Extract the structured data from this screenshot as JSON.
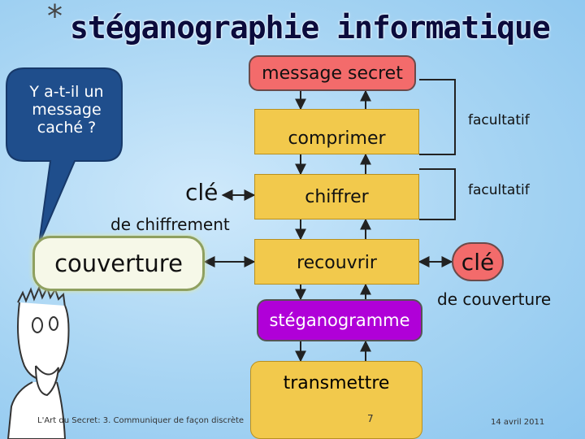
{
  "title": {
    "star": "*",
    "text": "stéganographie informatique"
  },
  "nodes": {
    "secret": "message secret",
    "compress": "comprimer",
    "cipher": "chiffrer",
    "cover_op": "recouvrir",
    "stego": "stéganogramme",
    "transmit": "transmettre"
  },
  "optional": {
    "first": "facultatif",
    "second": "facultatif"
  },
  "cipher_key": {
    "label": "clé",
    "sub": "de chiffrement"
  },
  "cover_key": {
    "label": "clé",
    "sub": "de couverture"
  },
  "cover": "couverture",
  "bubble": "Y a-t-il un message caché ?",
  "footer": {
    "left": "L'Art du Secret: 3. Communiquer de façon discrète",
    "page": "7",
    "date": "14 avril 2011"
  },
  "colors": {
    "box": "#f2c94c",
    "red": "#f36b6b",
    "stego": "#b000d8",
    "bubble": "#1f4e8c",
    "cover_border": "#8fa060"
  }
}
